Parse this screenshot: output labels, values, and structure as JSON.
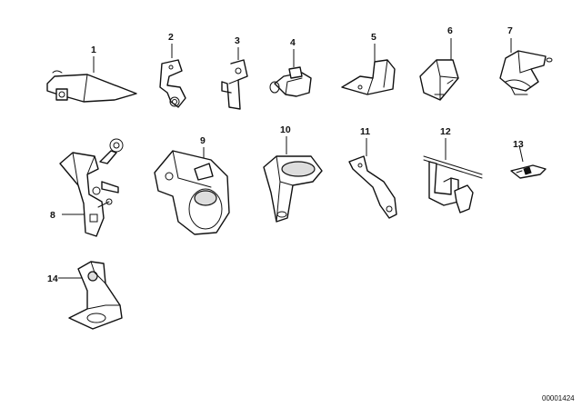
{
  "callouts": {
    "p1": "1",
    "p2": "2",
    "p3": "3",
    "p4": "4",
    "p5": "5",
    "p6": "6",
    "p7": "7",
    "p8": "8",
    "p9": "9",
    "p10": "10",
    "p11": "11",
    "p12": "12",
    "p13": "13",
    "p14": "14"
  },
  "reference_code": "00001424"
}
